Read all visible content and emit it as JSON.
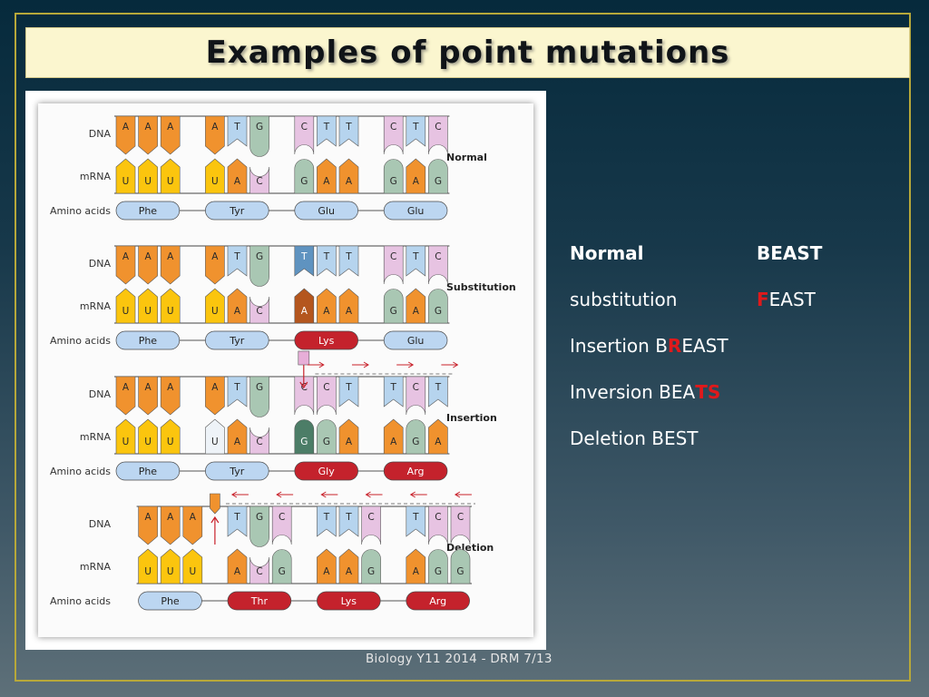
{
  "slide": {
    "title": "Examples of point mutations",
    "footer": "Biology Y11 2014 - DRM  7/13"
  },
  "figure": {
    "row_labels": {
      "dna": "DNA",
      "mrna": "mRNA",
      "amino": "Amino acids"
    },
    "panels": [
      {
        "name": "Normal",
        "dna": [
          {
            "b": "A",
            "s": "pA",
            "c": "o"
          },
          {
            "b": "A",
            "s": "pA",
            "c": "o"
          },
          {
            "b": "A",
            "s": "pA",
            "c": "o"
          },
          null,
          {
            "b": "A",
            "s": "pA",
            "c": "o"
          },
          {
            "b": "T",
            "s": "pT",
            "c": "b"
          },
          {
            "b": "G",
            "s": "pG",
            "c": "g"
          },
          null,
          {
            "b": "C",
            "s": "pC",
            "c": "p"
          },
          {
            "b": "T",
            "s": "pT",
            "c": "b"
          },
          {
            "b": "T",
            "s": "pT",
            "c": "b"
          },
          null,
          {
            "b": "C",
            "s": "pC",
            "c": "p"
          },
          {
            "b": "T",
            "s": "pT",
            "c": "b"
          },
          {
            "b": "C",
            "s": "pC",
            "c": "p"
          }
        ],
        "mrna": [
          {
            "b": "U",
            "s": "mU",
            "c": "y"
          },
          {
            "b": "U",
            "s": "mU",
            "c": "y"
          },
          {
            "b": "U",
            "s": "mU",
            "c": "y"
          },
          null,
          {
            "b": "U",
            "s": "mU",
            "c": "y"
          },
          {
            "b": "A",
            "s": "mA",
            "c": "o"
          },
          {
            "b": "C",
            "s": "mC",
            "c": "p"
          },
          null,
          {
            "b": "G",
            "s": "mG",
            "c": "g"
          },
          {
            "b": "A",
            "s": "mA",
            "c": "o"
          },
          {
            "b": "A",
            "s": "mA",
            "c": "o"
          },
          null,
          {
            "b": "G",
            "s": "mG",
            "c": "g"
          },
          {
            "b": "A",
            "s": "mA",
            "c": "o"
          },
          {
            "b": "G",
            "s": "mG",
            "c": "g"
          }
        ],
        "amino": [
          {
            "n": "Phe",
            "r": false,
            "slot": 0
          },
          {
            "n": "Tyr",
            "r": false,
            "slot": 4
          },
          {
            "n": "Glu",
            "r": false,
            "slot": 8
          },
          {
            "n": "Glu",
            "r": false,
            "slot": 12
          }
        ]
      },
      {
        "name": "Substitution",
        "dna": [
          {
            "b": "A",
            "s": "pA",
            "c": "o"
          },
          {
            "b": "A",
            "s": "pA",
            "c": "o"
          },
          {
            "b": "A",
            "s": "pA",
            "c": "o"
          },
          null,
          {
            "b": "A",
            "s": "pA",
            "c": "o"
          },
          {
            "b": "T",
            "s": "pT",
            "c": "b"
          },
          {
            "b": "G",
            "s": "pG",
            "c": "g"
          },
          null,
          {
            "b": "T",
            "s": "pT",
            "c": "B"
          },
          {
            "b": "T",
            "s": "pT",
            "c": "b"
          },
          {
            "b": "T",
            "s": "pT",
            "c": "b"
          },
          null,
          {
            "b": "C",
            "s": "pC",
            "c": "p"
          },
          {
            "b": "T",
            "s": "pT",
            "c": "b"
          },
          {
            "b": "C",
            "s": "pC",
            "c": "p"
          }
        ],
        "mrna": [
          {
            "b": "U",
            "s": "mU",
            "c": "y"
          },
          {
            "b": "U",
            "s": "mU",
            "c": "y"
          },
          {
            "b": "U",
            "s": "mU",
            "c": "y"
          },
          null,
          {
            "b": "U",
            "s": "mU",
            "c": "y"
          },
          {
            "b": "A",
            "s": "mA",
            "c": "o"
          },
          {
            "b": "C",
            "s": "mC",
            "c": "p"
          },
          null,
          {
            "b": "A",
            "s": "mA",
            "c": "O"
          },
          {
            "b": "A",
            "s": "mA",
            "c": "o"
          },
          {
            "b": "A",
            "s": "mA",
            "c": "o"
          },
          null,
          {
            "b": "G",
            "s": "mG",
            "c": "g"
          },
          {
            "b": "A",
            "s": "mA",
            "c": "o"
          },
          {
            "b": "G",
            "s": "mG",
            "c": "g"
          }
        ],
        "amino": [
          {
            "n": "Phe",
            "r": false,
            "slot": 0
          },
          {
            "n": "Tyr",
            "r": false,
            "slot": 4
          },
          {
            "n": "Lys",
            "r": true,
            "slot": 8
          },
          {
            "n": "Glu",
            "r": false,
            "slot": 12
          }
        ]
      },
      {
        "name": "Insertion",
        "dna": [
          {
            "b": "A",
            "s": "pA",
            "c": "o"
          },
          {
            "b": "A",
            "s": "pA",
            "c": "o"
          },
          {
            "b": "A",
            "s": "pA",
            "c": "o"
          },
          null,
          {
            "b": "A",
            "s": "pA",
            "c": "o"
          },
          {
            "b": "T",
            "s": "pT",
            "c": "b"
          },
          {
            "b": "G",
            "s": "pG",
            "c": "g"
          },
          null,
          {
            "b": "C",
            "s": "pC",
            "c": "p"
          },
          {
            "b": "C",
            "s": "pC",
            "c": "p"
          },
          {
            "b": "T",
            "s": "pT",
            "c": "b"
          },
          null,
          {
            "b": "T",
            "s": "pT",
            "c": "b"
          },
          {
            "b": "C",
            "s": "pC",
            "c": "p"
          },
          {
            "b": "T",
            "s": "pT",
            "c": "b"
          }
        ],
        "mrna": [
          {
            "b": "U",
            "s": "mU",
            "c": "y"
          },
          {
            "b": "U",
            "s": "mU",
            "c": "y"
          },
          {
            "b": "U",
            "s": "mU",
            "c": "y"
          },
          null,
          {
            "b": "U",
            "s": "mU",
            "c": "w"
          },
          {
            "b": "A",
            "s": "mA",
            "c": "o"
          },
          {
            "b": "C",
            "s": "mC",
            "c": "p"
          },
          null,
          {
            "b": "G",
            "s": "mG",
            "c": "G"
          },
          {
            "b": "G",
            "s": "mG",
            "c": "g"
          },
          {
            "b": "A",
            "s": "mA",
            "c": "o"
          },
          null,
          {
            "b": "A",
            "s": "mA",
            "c": "o"
          },
          {
            "b": "G",
            "s": "mG",
            "c": "g"
          },
          {
            "b": "A",
            "s": "mA",
            "c": "o"
          }
        ],
        "amino": [
          {
            "n": "Phe",
            "r": false,
            "slot": 0
          },
          {
            "n": "Tyr",
            "r": false,
            "slot": 4
          },
          {
            "n": "Gly",
            "r": true,
            "slot": 8
          },
          {
            "n": "Arg",
            "r": true,
            "slot": 12
          }
        ]
      },
      {
        "name": "Deletion",
        "dna": [
          null,
          {
            "b": "A",
            "s": "pA",
            "c": "o"
          },
          {
            "b": "A",
            "s": "pA",
            "c": "o"
          },
          {
            "b": "A",
            "s": "pA",
            "c": "o"
          },
          null,
          {
            "b": "T",
            "s": "pT",
            "c": "b"
          },
          {
            "b": "G",
            "s": "pG",
            "c": "g"
          },
          {
            "b": "C",
            "s": "pC",
            "c": "p"
          },
          null,
          {
            "b": "T",
            "s": "pT",
            "c": "b"
          },
          {
            "b": "T",
            "s": "pT",
            "c": "b"
          },
          {
            "b": "C",
            "s": "pC",
            "c": "p"
          },
          null,
          {
            "b": "T",
            "s": "pT",
            "c": "b"
          },
          {
            "b": "C",
            "s": "pC",
            "c": "p"
          },
          {
            "b": "C",
            "s": "pC",
            "c": "p"
          }
        ],
        "mrna": [
          null,
          {
            "b": "U",
            "s": "mU",
            "c": "y"
          },
          {
            "b": "U",
            "s": "mU",
            "c": "y"
          },
          {
            "b": "U",
            "s": "mU",
            "c": "y"
          },
          null,
          {
            "b": "A",
            "s": "mA",
            "c": "o"
          },
          {
            "b": "C",
            "s": "mC",
            "c": "p"
          },
          {
            "b": "G",
            "s": "mG",
            "c": "g"
          },
          null,
          {
            "b": "A",
            "s": "mA",
            "c": "o"
          },
          {
            "b": "A",
            "s": "mA",
            "c": "o"
          },
          {
            "b": "G",
            "s": "mG",
            "c": "g"
          },
          null,
          {
            "b": "A",
            "s": "mA",
            "c": "o"
          },
          {
            "b": "G",
            "s": "mG",
            "c": "g"
          },
          {
            "b": "G",
            "s": "mG",
            "c": "g"
          }
        ],
        "amino": [
          {
            "n": "Phe",
            "r": false,
            "slot": 1
          },
          {
            "n": "Thr",
            "r": true,
            "slot": 5
          },
          {
            "n": "Lys",
            "r": true,
            "slot": 9
          },
          {
            "n": "Arg",
            "r": true,
            "slot": 13
          }
        ]
      }
    ],
    "insert_marker_color": "#e7aed8",
    "delete_marker_color": "#f0922e",
    "arrow_color": "#c8202a"
  },
  "comparison": {
    "rows": [
      {
        "left": "Normal",
        "right": "BEAST",
        "bold": true
      },
      {
        "left": "substitution",
        "right_red": "F",
        "right_rest": "EAST"
      },
      {
        "left": "Insertion B",
        "left_red": "R",
        "left_rest": "EAST"
      },
      {
        "left": "Inversion BEA",
        "left_red": "TS",
        "left_rest": ""
      },
      {
        "left": "Deletion BEST"
      }
    ]
  },
  "colors": {
    "orange": "#f0922e",
    "dark_orange": "#b4561e",
    "blue": "#b6d4ee",
    "dark_blue": "#5f93c0",
    "sage": "#a9c7b3",
    "dark_green": "#4c7d67",
    "pink": "#e7c3e2",
    "yellow": "#fbc50e",
    "white_base": "#eef3f8",
    "pill_blue": "#bcd6f1",
    "pill_red": "#c4222c",
    "highlight_red": "#e0191b",
    "title_bg": "#fbf6cf",
    "frame_gold": "#b7a83a"
  }
}
